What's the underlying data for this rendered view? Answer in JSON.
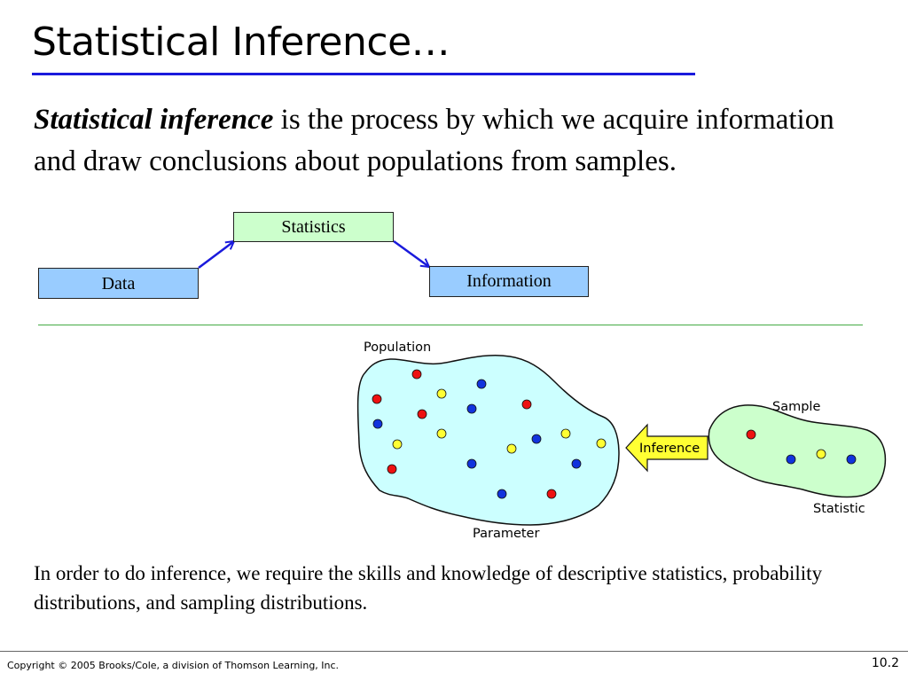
{
  "slide": {
    "title": "Statistical Inference…",
    "definition_term": "Statistical inference",
    "definition_rest": " is the process by which we acquire information and draw conclusions about populations from samples.",
    "closing": "In order to do inference, we require the skills and knowledge of descriptive statistics, probability distributions, and sampling distributions."
  },
  "flow": {
    "statistics": "Statistics",
    "data": "Data",
    "information": "Information"
  },
  "diagram": {
    "population_label": "Population",
    "parameter_label": "Parameter",
    "sample_label": "Sample",
    "statistic_label": "Statistic",
    "inference_label": "Inference"
  },
  "colors": {
    "title_rule": "#1a1adc",
    "statistics_box": "#ccffcc",
    "data_box": "#99ccff",
    "population_fill": "#ccffff",
    "sample_fill": "#ccffcc",
    "inference_arrow": "#ffff33",
    "dot_red": "#ee1111",
    "dot_yellow": "#ffff33",
    "dot_blue": "#1133dd"
  },
  "footer": {
    "copyright": "Copyright © 2005 Brooks/Cole, a division of Thomson Learning, Inc.",
    "page": "10.2"
  }
}
